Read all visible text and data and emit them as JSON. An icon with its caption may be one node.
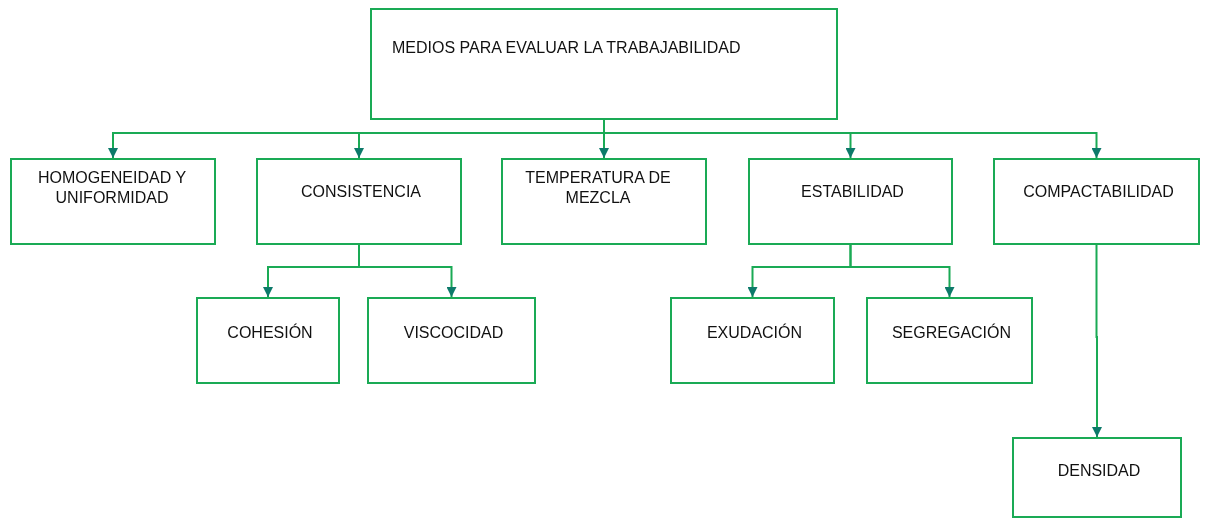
{
  "diagram": {
    "nodes": [
      {
        "text": [
          "MEDIOS PARA EVALUAR LA TRABAJABILIDAD"
        ]
      },
      {
        "text": [
          "HOMOGENEIDAD Y UNIFORMIDAD"
        ]
      },
      {
        "text": [
          "CONSISTENCIA"
        ]
      },
      {
        "text": [
          "TEMPERATURA DE MEZCLA"
        ]
      },
      {
        "text": [
          "ESTABILIDAD"
        ]
      },
      {
        "text": [
          "COMPACTABILIDAD"
        ]
      },
      {
        "text": [
          "COHESIÓN"
        ]
      },
      {
        "text": [
          "VISCOCIDAD"
        ]
      },
      {
        "text": [
          "EXUDACIÓN"
        ]
      },
      {
        "text": [
          "SEGREGACIÓN"
        ]
      },
      {
        "text": [
          "DENSIDAD"
        ]
      }
    ],
    "edges": [
      {
        "from": 0,
        "to": 1,
        "arrow": "to"
      },
      {
        "from": 0,
        "to": 2,
        "arrow": "to"
      },
      {
        "from": 0,
        "to": 3,
        "arrow": "to"
      },
      {
        "from": 0,
        "to": 4,
        "arrow": "to"
      },
      {
        "from": 0,
        "to": 5,
        "arrow": "to"
      },
      {
        "from": 2,
        "to": 6,
        "arrow": "to"
      },
      {
        "from": 2,
        "to": 7,
        "arrow": "to"
      },
      {
        "from": 4,
        "to": 8,
        "arrow": "to"
      },
      {
        "from": 4,
        "to": 9,
        "arrow": "to"
      },
      {
        "from": 5,
        "to": 10,
        "arrow": "to"
      }
    ]
  }
}
